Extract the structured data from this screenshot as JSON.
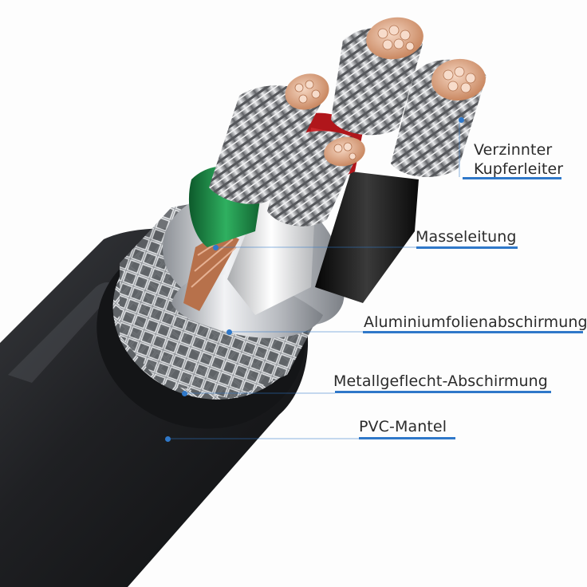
{
  "callouts": {
    "conductor": {
      "line1": "Verzinnter",
      "line2": "Kupferleiter"
    },
    "ground": "Masseleitung",
    "foil": "Aluminiumfolienabschirmung",
    "braid": "Metallgeflecht-Abschirmung",
    "jacket": "PVC-Mantel"
  },
  "colors": {
    "accent": "#2f78c9",
    "jacket": "#1d1e20",
    "foil": "#c9ccd0",
    "copper": "#d9a07c",
    "wire_red": "#b0161b",
    "wire_green": "#1e8a45",
    "wire_white": "#e8e8e8",
    "wire_black": "#151515"
  }
}
